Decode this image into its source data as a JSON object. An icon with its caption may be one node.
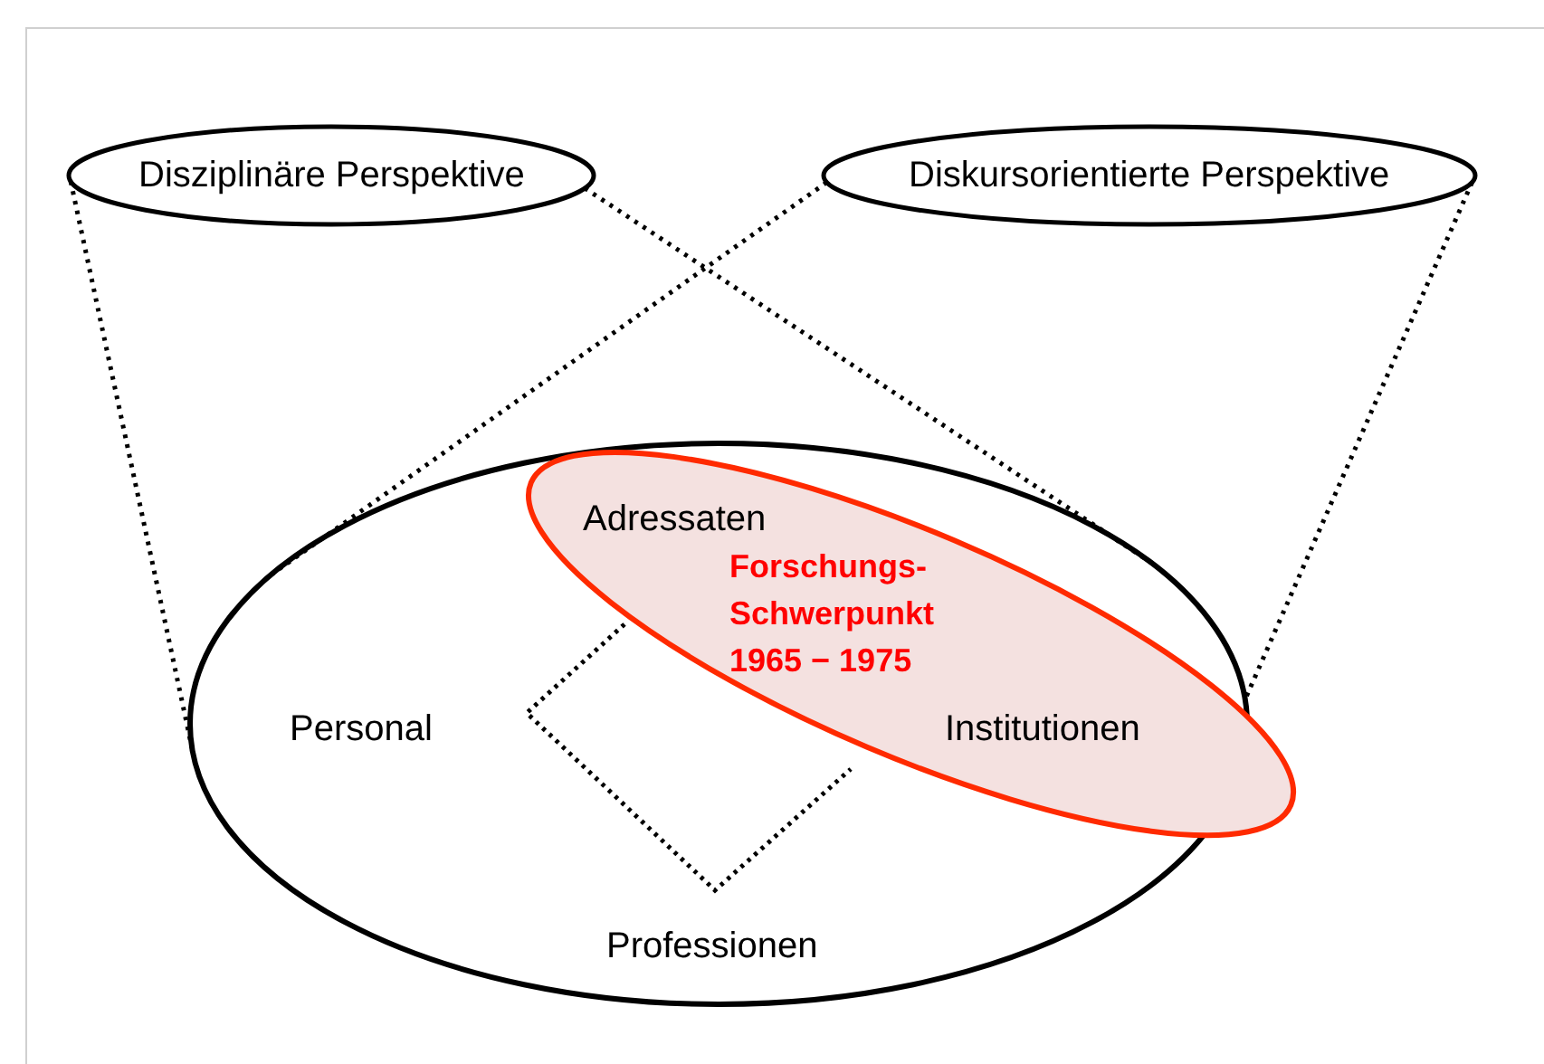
{
  "diagram": {
    "nodes": [
      {
        "text": [
          "Disziplinäre Perspektive"
        ]
      },
      {
        "text": [
          "Diskursorientierte Perspektive"
        ]
      },
      {
        "text": [],
        "shape": "ellipse"
      },
      {
        "text": [
          "Forschungs- Schwerpunkt",
          "1965 − 1975"
        ]
      }
    ],
    "edges": [
      {
        "from": 0,
        "to": 2,
        "arrow": "none",
        "style": "dashed"
      },
      {
        "from": 0,
        "to": 2,
        "arrow": "none",
        "style": "dashed"
      },
      {
        "from": 1,
        "to": 2,
        "arrow": "none",
        "style": "dashed"
      },
      {
        "from": 1,
        "to": 2,
        "arrow": "none",
        "style": "dashed"
      }
    ],
    "labels": [
      "Adressaten",
      "Personal",
      "Institutionen",
      "Professionen"
    ]
  }
}
